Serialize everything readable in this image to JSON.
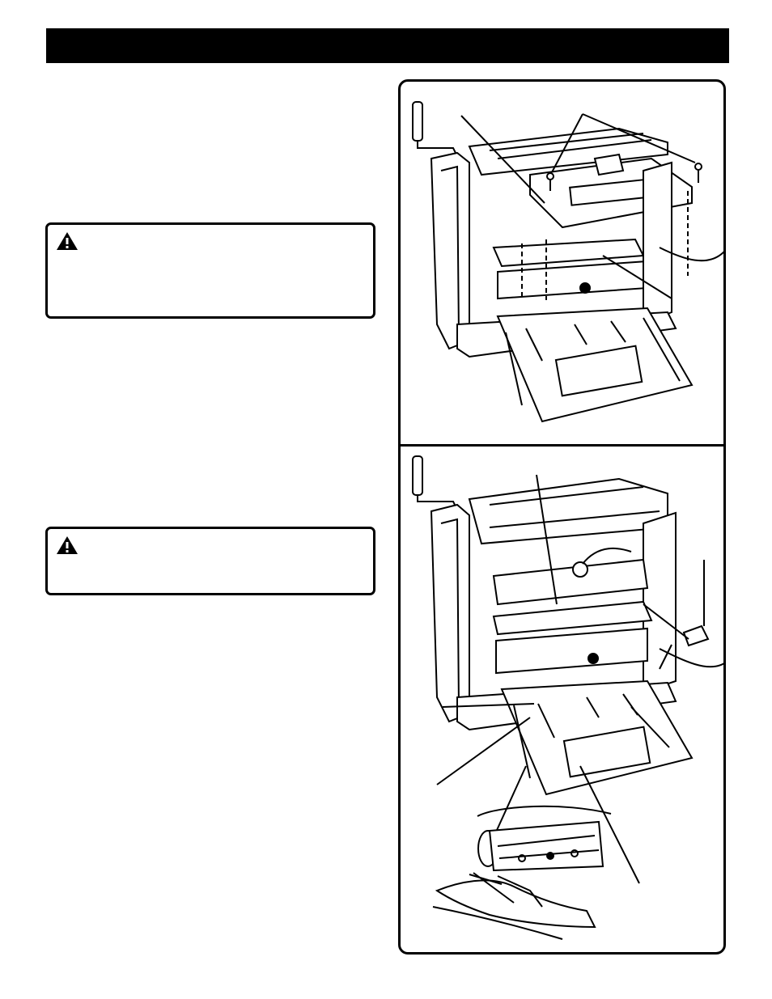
{
  "header": {
    "bar_color": "#000000"
  },
  "warnings": [
    {
      "icon": "warning-triangle-icon"
    },
    {
      "icon": "warning-triangle-icon"
    }
  ],
  "figures": [
    {
      "subject": "planer-with-cutterhead-cover-and-screws"
    },
    {
      "subject": "planer-with-screwdriver-on-cutterhead"
    },
    {
      "subject": "hand-on-cutterhead-detail"
    }
  ]
}
